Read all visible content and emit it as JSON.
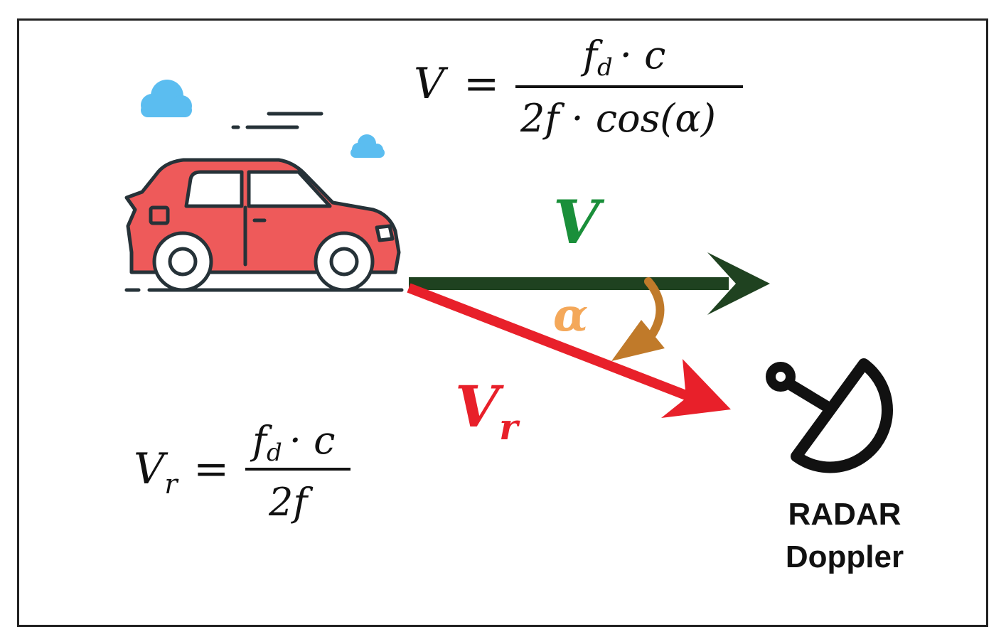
{
  "formula_top": {
    "lhs": "V",
    "eq": "=",
    "num": "f",
    "num_sub": "d",
    "num_rest": "· c",
    "den": "2f · cos(α)"
  },
  "formula_bottom": {
    "lhs": "V",
    "lhs_sub": "r",
    "eq": "=",
    "num": "f",
    "num_sub": "d",
    "num_rest": "· c",
    "den": "2f"
  },
  "vectors": {
    "v_label": "V",
    "vr_label": "V",
    "vr_sub": "r",
    "angle_label": "α"
  },
  "radar": {
    "line1": "RADAR",
    "line2": "Doppler"
  },
  "colors": {
    "car_body": "#ee5a5a",
    "outline": "#263238",
    "cloud": "#5bbdf0",
    "v_arrow": "#1f4220",
    "v_label": "#1a8f3a",
    "vr_arrow": "#e8202a",
    "angle_arc": "#c07a2a",
    "angle_label": "#f4a85a",
    "radar": "#111111"
  }
}
